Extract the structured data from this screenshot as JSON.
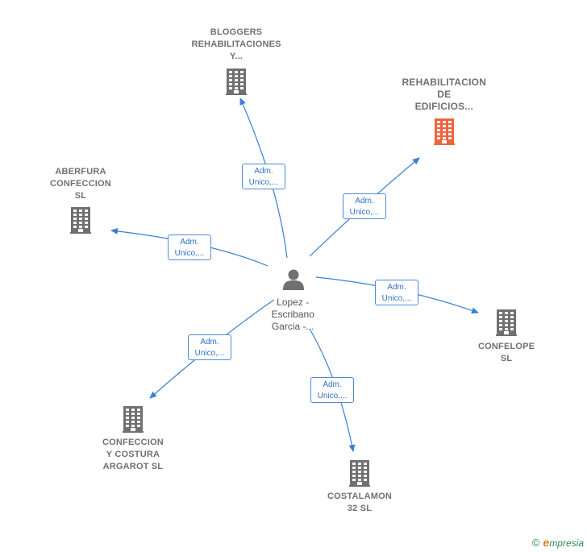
{
  "center": {
    "label_lines": [
      "Lopez -",
      "Escribano",
      "Garcia -..."
    ],
    "icon": "person-icon"
  },
  "companies": [
    {
      "id": "bloggers",
      "label_lines": [
        "BLOGGERS",
        "REHABILITACIONES",
        "Y..."
      ],
      "icon": "building-icon",
      "color": "#707070"
    },
    {
      "id": "rehab",
      "label_lines": [
        "REHABILITACION",
        "DE",
        "EDIFICIOS..."
      ],
      "icon": "building-icon",
      "color": "#f0643c"
    },
    {
      "id": "aberfura",
      "label_lines": [
        "ABERFURA",
        "CONFECCION",
        "SL"
      ],
      "icon": "building-icon",
      "color": "#707070"
    },
    {
      "id": "confelope",
      "label_lines": [
        "CONFELOPE",
        "SL"
      ],
      "icon": "building-icon",
      "color": "#707070"
    },
    {
      "id": "argarot",
      "label_lines": [
        "CONFECCION",
        "Y COSTURA",
        "ARGAROT  SL"
      ],
      "icon": "building-icon",
      "color": "#707070"
    },
    {
      "id": "costalamon",
      "label_lines": [
        "COSTALAMON",
        "32  SL"
      ],
      "icon": "building-icon",
      "color": "#707070"
    }
  ],
  "edges": [
    {
      "to": "bloggers",
      "label_lines": [
        "Adm.",
        "Unico,..."
      ]
    },
    {
      "to": "rehab",
      "label_lines": [
        "Adm.",
        "Unico,..."
      ]
    },
    {
      "to": "aberfura",
      "label_lines": [
        "Adm.",
        "Unico,..."
      ]
    },
    {
      "to": "confelope",
      "label_lines": [
        "Adm.",
        "Unico,..."
      ]
    },
    {
      "to": "argarot",
      "label_lines": [
        "Adm.",
        "Unico,..."
      ]
    },
    {
      "to": "costalamon",
      "label_lines": [
        "Adm.",
        "Unico,..."
      ]
    }
  ],
  "colors": {
    "edge": "#3a7fd5",
    "building": "#707070",
    "highlight": "#f0643c"
  },
  "watermark": {
    "symbol": "©",
    "brand_initial": "e",
    "brand_rest": "mpresia"
  }
}
